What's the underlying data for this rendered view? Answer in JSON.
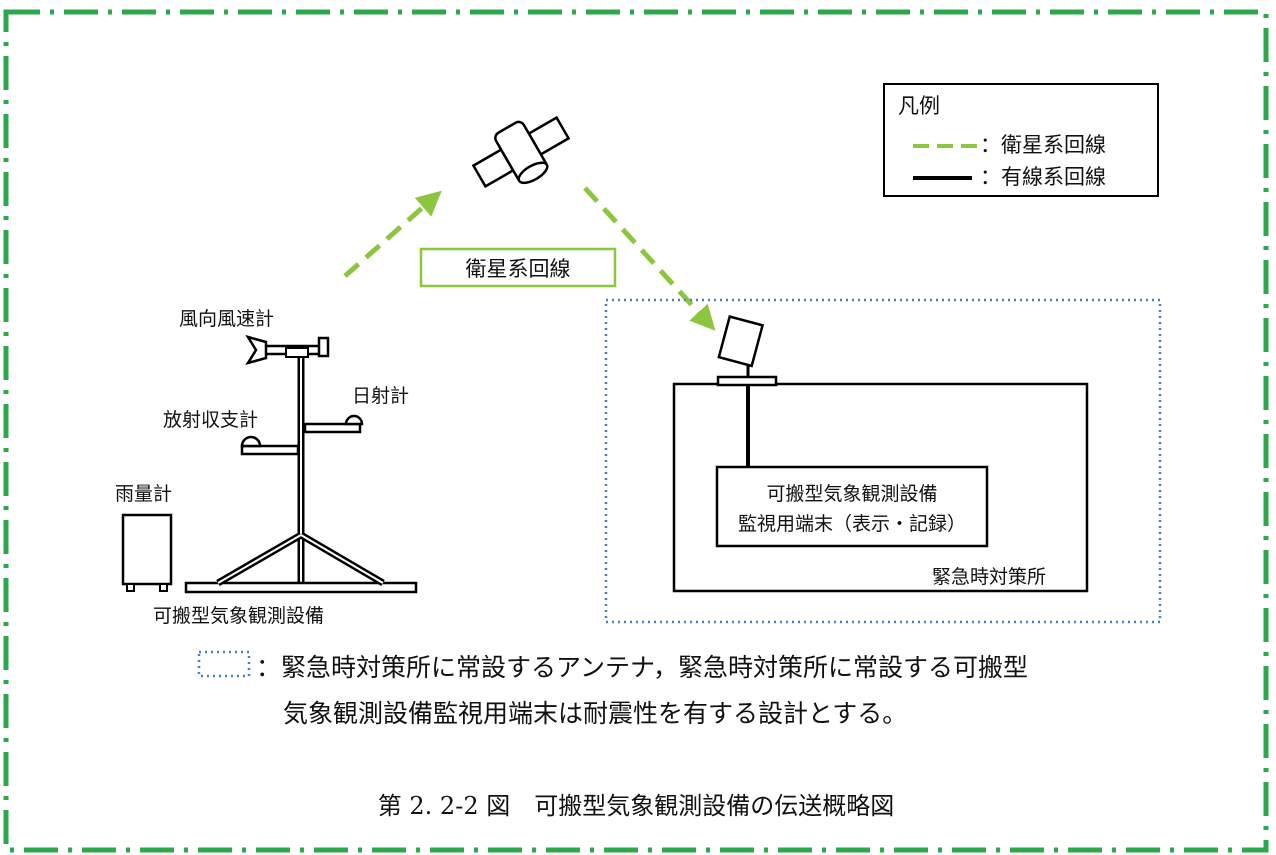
{
  "legend": {
    "title": "凡例",
    "satellite_line": "：衛星系回線",
    "wired_line": "：有線系回線"
  },
  "link_label": "衛星系回線",
  "station": {
    "anemometer": "風向風速計",
    "pyranometer": "日射計",
    "net_radiometer": "放射収支計",
    "rain_gauge": "雨量計",
    "equipment_label": "可搬型気象観測設備"
  },
  "terminal": {
    "line1": "可搬型気象観測設備",
    "line2": "監視用端末（表示・記録）"
  },
  "facility_label": "緊急時対策所",
  "note": {
    "line1": "：緊急時対策所に常設するアンテナ，緊急時対策所に常設する可搬型",
    "line2": "気象観測設備監視用端末は耐震性を有する設計とする。"
  },
  "caption": "第 2. 2-2 図　可搬型気象観測設備の伝送概略図",
  "colors": {
    "frame": "#2aa84a",
    "satellite_line": "#8cc63f",
    "dotted_box": "#4a7fc1",
    "wired_line": "#000000"
  },
  "icons": [
    "satellite-icon",
    "antenna-icon"
  ]
}
